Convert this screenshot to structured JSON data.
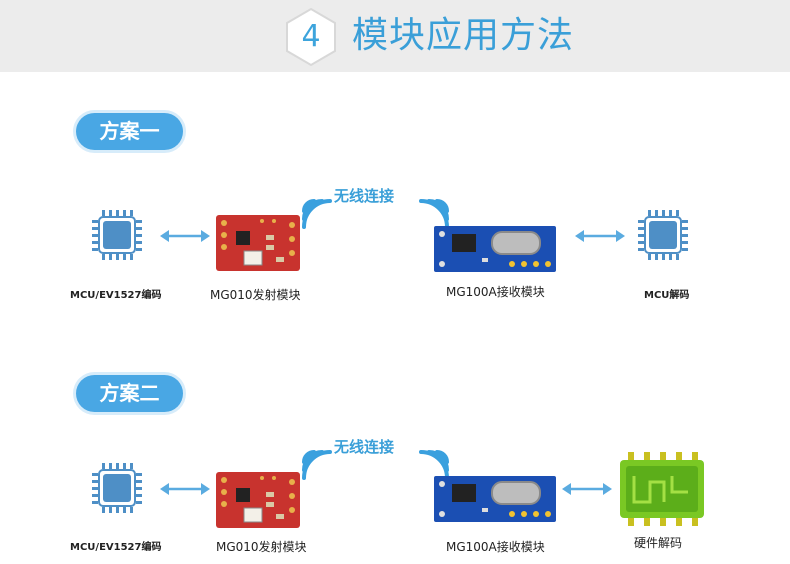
{
  "header": {
    "step_number": "4",
    "title": "模块应用方法"
  },
  "wireless_label": "无线连接",
  "schemes": [
    {
      "title": "方案一",
      "encoder_label": "MCU/EV1527编码",
      "transmitter_label": "MG010发射模块",
      "receiver_label": "MG100A接收模块",
      "decoder_label": "MCU解码"
    },
    {
      "title": "方案二",
      "encoder_label": "MCU/EV1527编码",
      "transmitter_label": "MG010发射模块",
      "receiver_label": "MG100A接收模块",
      "decoder_label": "硬件解码"
    }
  ],
  "colors": {
    "accent": "#3a9fd8",
    "pill": "#49a7e4",
    "chip": "#4e8fc6",
    "tx_board": "#c8332e",
    "rx_board": "#1b4fb3",
    "hw_decoder": "#7ac824"
  }
}
